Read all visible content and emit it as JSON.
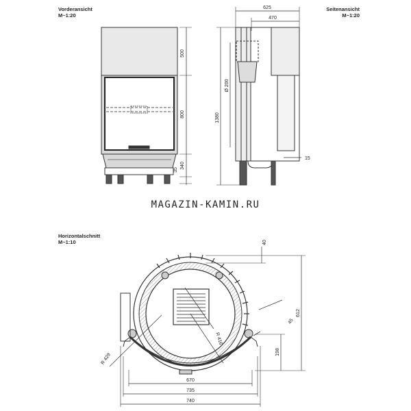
{
  "front_view": {
    "title": "Vorderansicht",
    "scale": "M~1:20",
    "dims": {
      "top": "500",
      "glass": "800",
      "base": "340",
      "foot": "35"
    }
  },
  "side_view": {
    "title": "Seitenansicht",
    "scale": "M~1:20",
    "dims": {
      "depth": "625",
      "inner": "470",
      "flue": "Ø 200",
      "height": "1380",
      "wall": "15"
    }
  },
  "plan_view": {
    "title": "Horizontalschnitt",
    "scale": "M~1:10",
    "dims": {
      "d40": "40",
      "d612": "612",
      "d45": "45",
      "d198": "198",
      "r416": "R 416",
      "r429": "R 429",
      "w670": "670",
      "w735": "735",
      "w740": "740"
    }
  },
  "watermark": "MAGAZIN-KAMIN.RU"
}
